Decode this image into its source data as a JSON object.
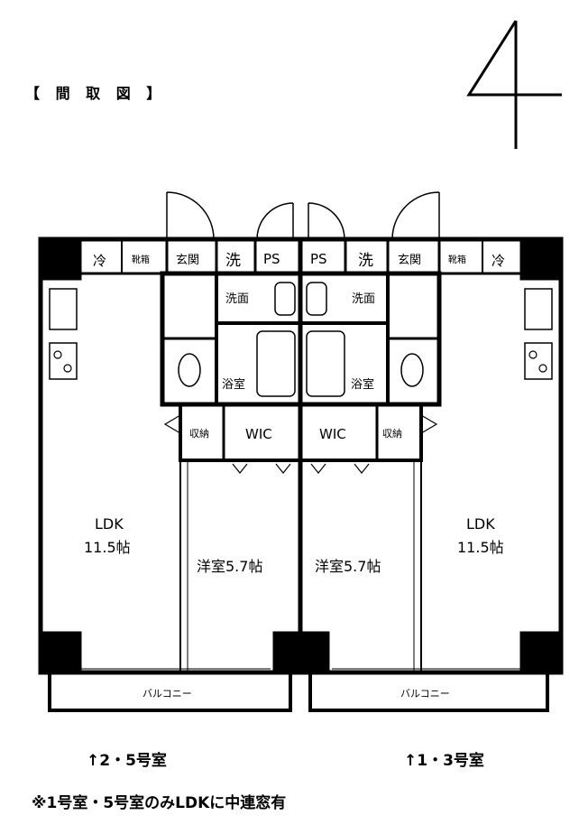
{
  "header": "【 間 取 図 】",
  "floor_number": "4",
  "labels": {
    "fridge": "冷",
    "shoe": "靴箱",
    "entrance": "玄関",
    "washer": "洗",
    "ps": "PS",
    "washroom": "洗面",
    "bath": "浴室",
    "wic": "WIC",
    "storage": "収納",
    "ldk_name": "LDK",
    "ldk_size": "11.5帖",
    "western": "洋室5.7帖",
    "balcony": "バルコニー"
  },
  "units": {
    "left": "↑2・5号室",
    "right": "↑1・3号室"
  },
  "note": "※1号室・5号室のみLDKに中連窓有"
}
